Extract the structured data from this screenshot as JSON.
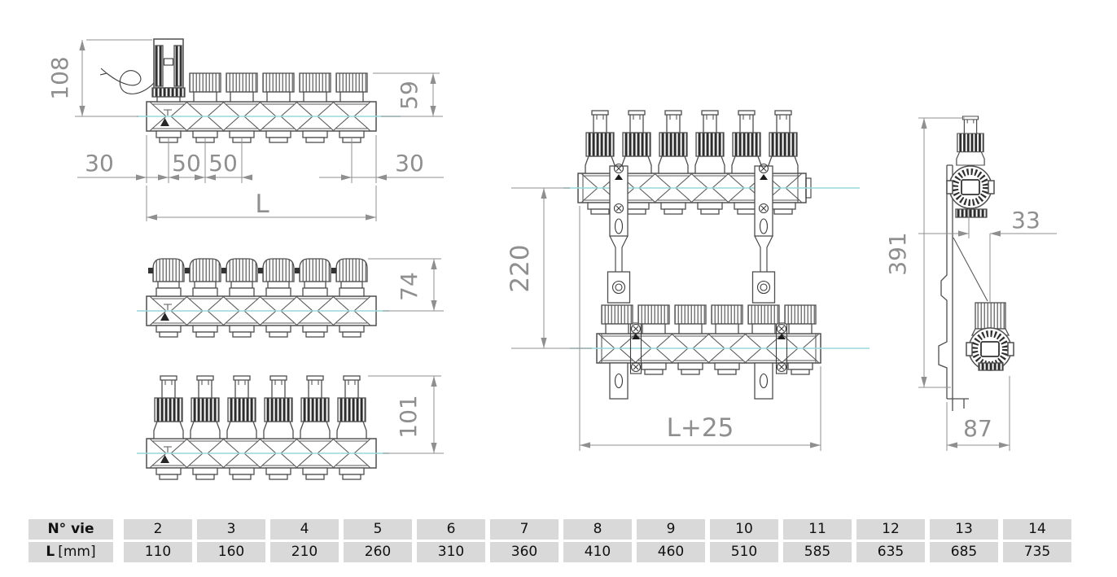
{
  "drawing": {
    "type": "technical-drawing",
    "subject": "floor-heating manifold with thermo-electric actuator, lockshields and flow meters",
    "centerline_color": "#96d7da",
    "line_color": "#4f4f4f",
    "dim_color": "#8f8f8f",
    "dims": {
      "actuator_height": "108",
      "cap_height": "59",
      "margin_left": "30",
      "pitch_a": "50",
      "pitch_b": "50",
      "margin_right": "30",
      "length": "L",
      "lockshield_height": "74",
      "flowmeter_height": "101",
      "axis_spacing": "220",
      "assembly_length": "L+25",
      "side_height": "391",
      "axis_offset": "33",
      "depth": "87"
    }
  },
  "table": {
    "row_headers": {
      "ways_label": "N° vie",
      "length_label_bold": "L",
      "length_label_unit": "[mm]"
    },
    "columns": [
      {
        "ways": "2",
        "length_mm": "110"
      },
      {
        "ways": "3",
        "length_mm": "160"
      },
      {
        "ways": "4",
        "length_mm": "210"
      },
      {
        "ways": "5",
        "length_mm": "260"
      },
      {
        "ways": "6",
        "length_mm": "310"
      },
      {
        "ways": "7",
        "length_mm": "360"
      },
      {
        "ways": "8",
        "length_mm": "410"
      },
      {
        "ways": "9",
        "length_mm": "460"
      },
      {
        "ways": "10",
        "length_mm": "510"
      },
      {
        "ways": "11",
        "length_mm": "585"
      },
      {
        "ways": "12",
        "length_mm": "635"
      },
      {
        "ways": "13",
        "length_mm": "685"
      },
      {
        "ways": "14",
        "length_mm": "735"
      }
    ]
  }
}
